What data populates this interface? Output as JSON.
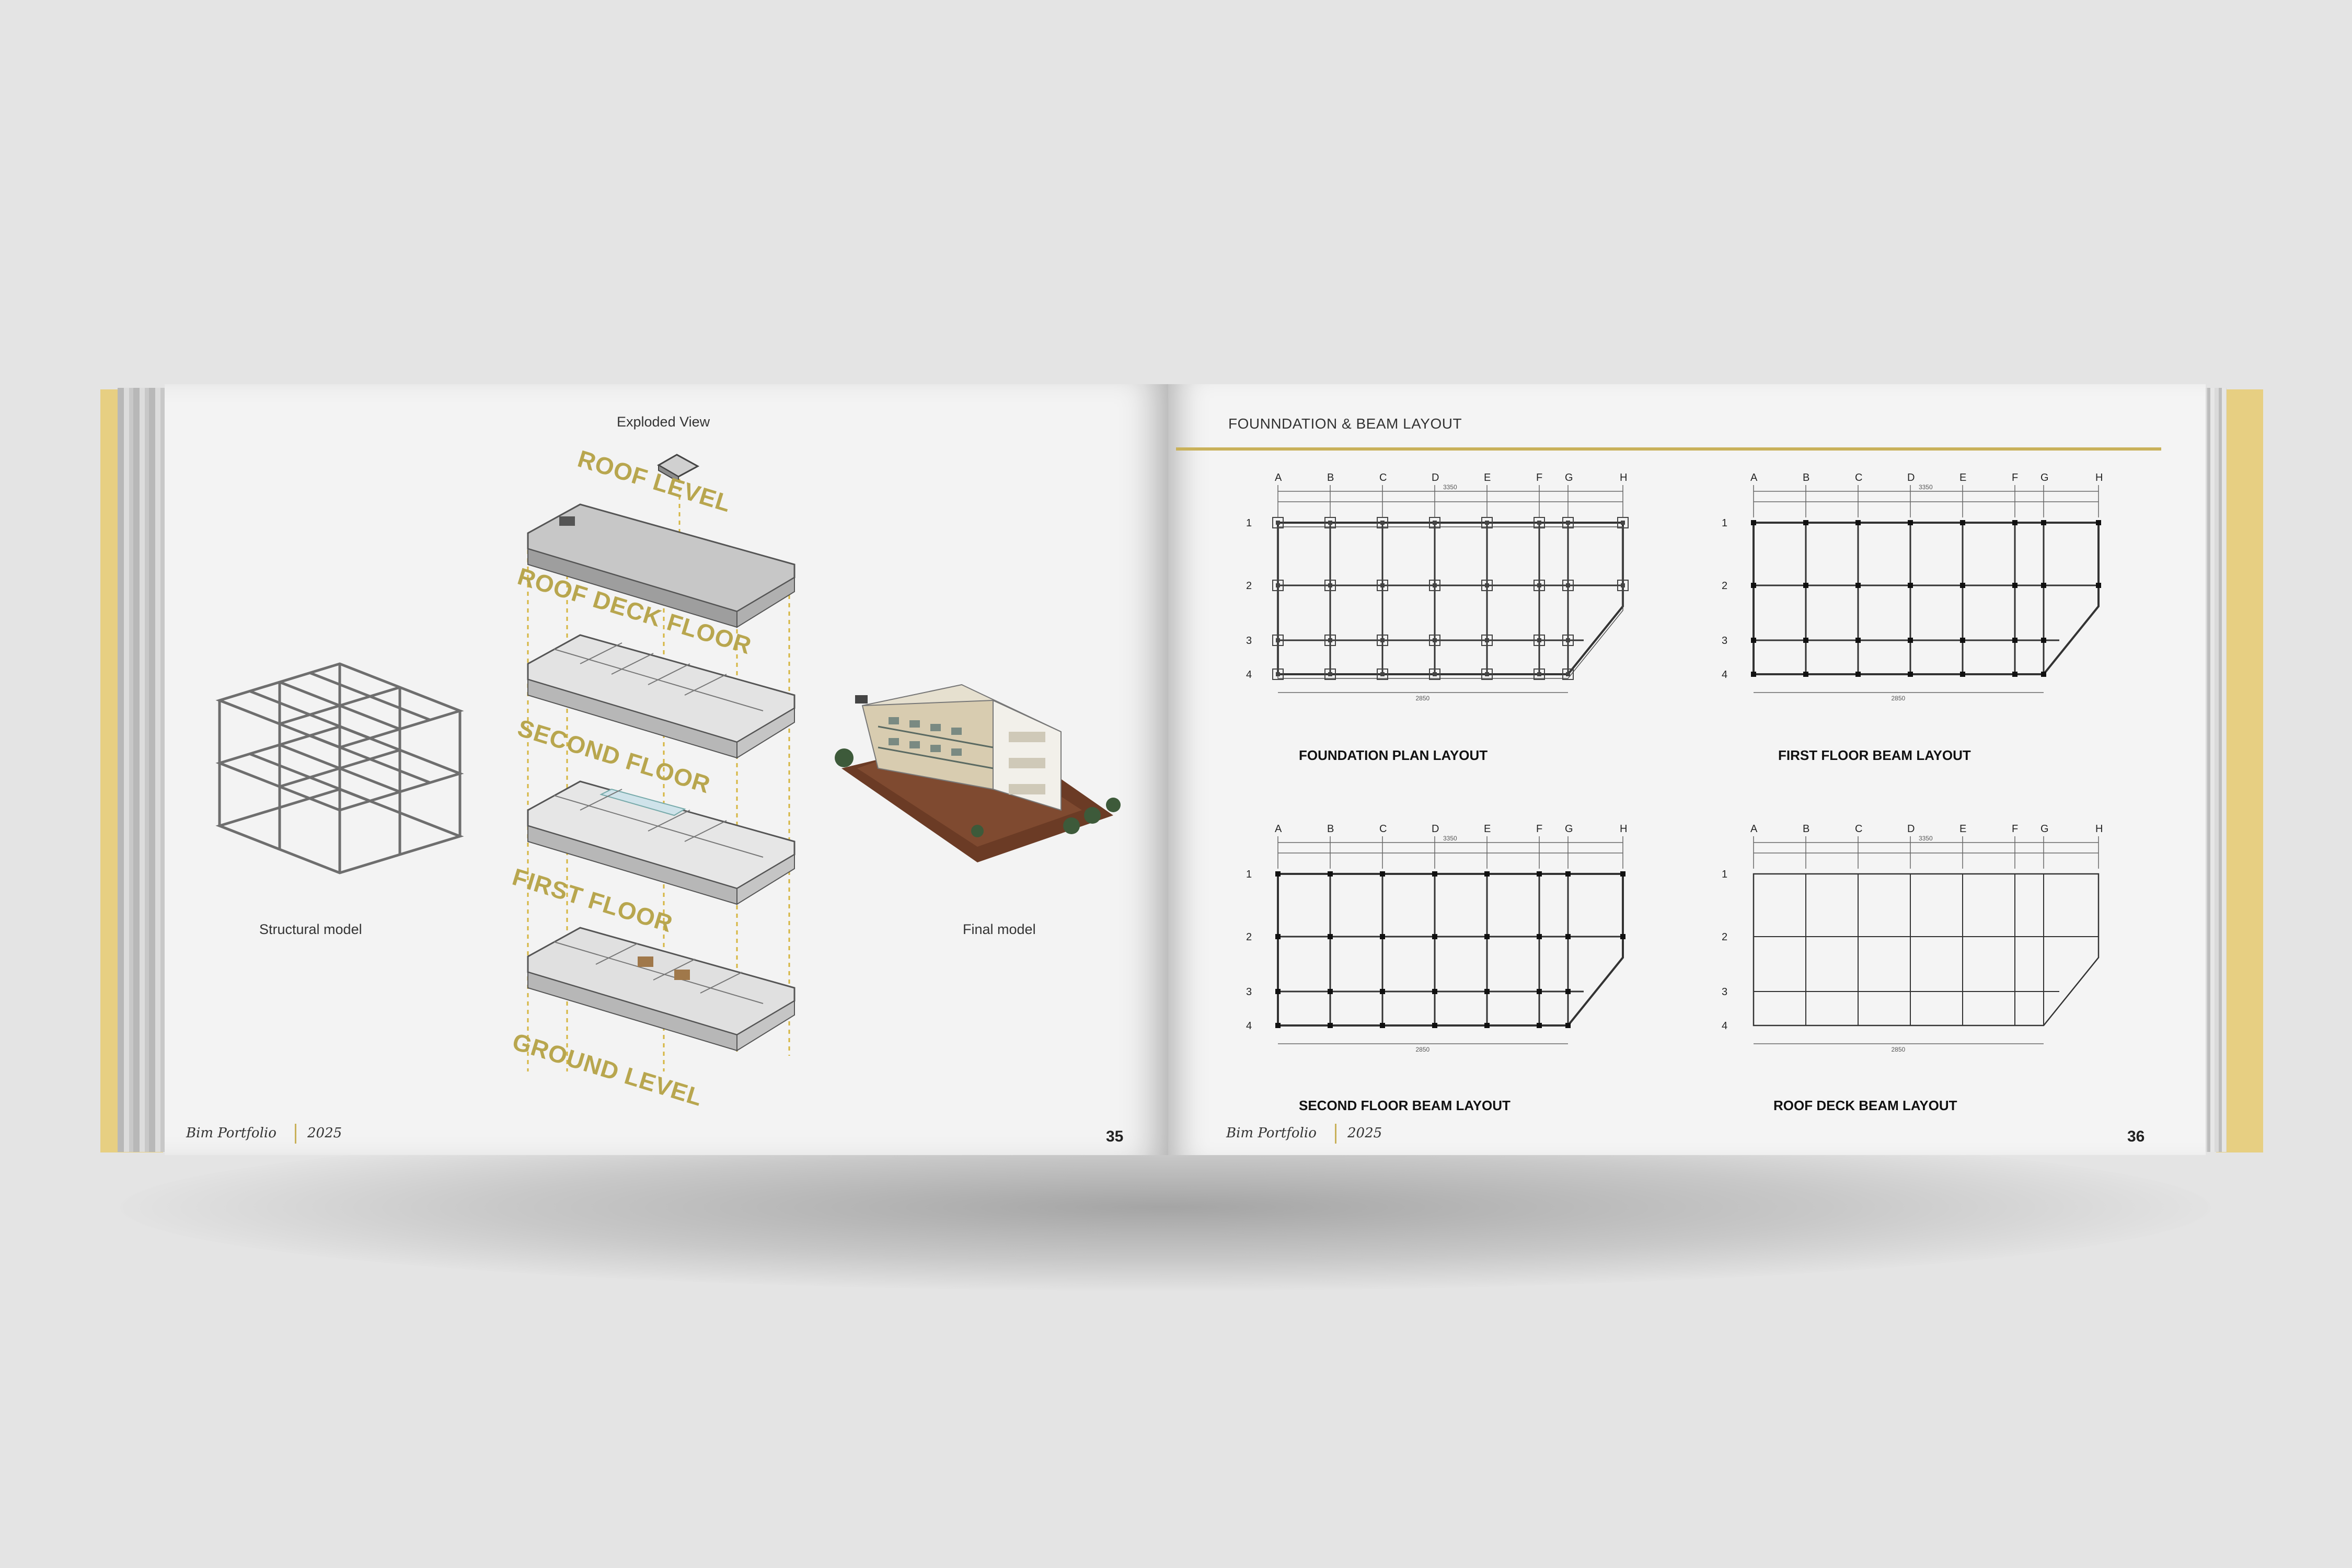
{
  "left_page": {
    "exploded_title": "Exploded View",
    "levels": [
      "ROOF LEVEL",
      "ROOF DECK FLOOR",
      "SECOND FLOOR",
      "FIRST FLOOR",
      "GROUND LEVEL"
    ],
    "structural_caption": "Structural model",
    "final_caption": "Final model",
    "footer_title": "Bim Portfolio",
    "footer_year": "2025",
    "page_number": "35"
  },
  "right_page": {
    "heading": "FOUNNDATION & BEAM LAYOUT",
    "grid_columns": [
      "A",
      "B",
      "C",
      "D",
      "E",
      "F",
      "G",
      "H"
    ],
    "grid_rows": [
      "1",
      "2",
      "3",
      "4"
    ],
    "overall_dims": {
      "top": "3350",
      "bottom": "2850"
    },
    "plans": [
      {
        "title": "FOUNDATION PLAN LAYOUT"
      },
      {
        "title": "FIRST FLOOR BEAM LAYOUT"
      },
      {
        "title": "SECOND FLOOR BEAM LAYOUT"
      },
      {
        "title": "ROOF DECK BEAM LAYOUT"
      }
    ],
    "footer_title": "Bim Portfolio",
    "footer_year": "2025",
    "page_number": "36"
  },
  "colors": {
    "accent_gold": "#c9b15a",
    "cover": "#e7cf82",
    "level_label": "#b8a64e"
  }
}
